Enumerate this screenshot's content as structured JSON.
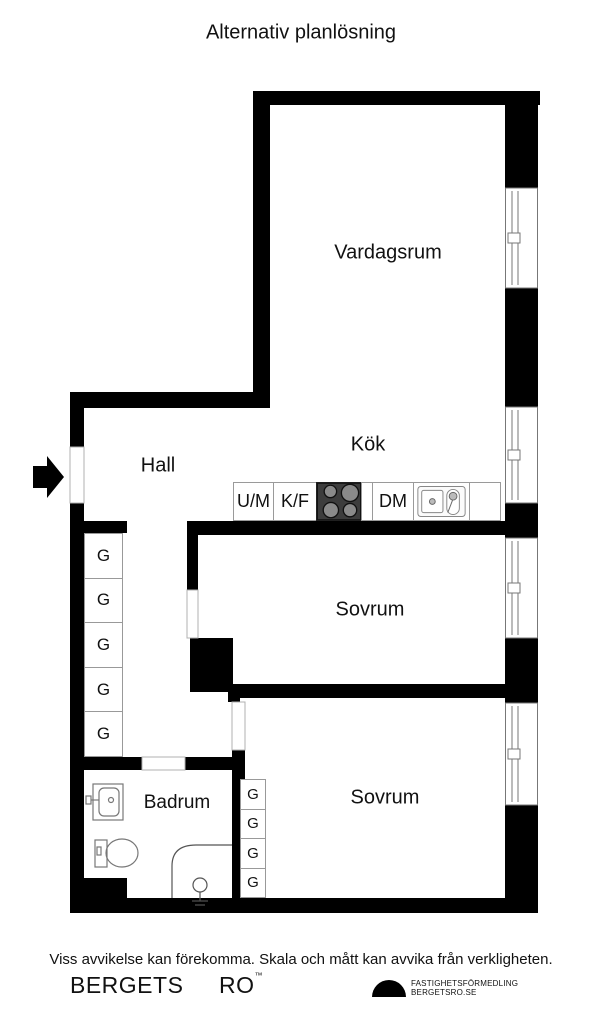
{
  "title": "Alternativ planlösning",
  "rooms": {
    "vardagsrum": "Vardagsrum",
    "kok": "Kök",
    "hall": "Hall",
    "sovrum1": "Sovrum",
    "sovrum2": "Sovrum",
    "badrum": "Badrum"
  },
  "kitchen": {
    "um": "U/M",
    "kf": "K/F",
    "dm": "DM"
  },
  "wardrobes": {
    "label": "G",
    "left_count": 5,
    "right_count": 4
  },
  "footer": {
    "disclaimer": "Viss avvikelse kan förekomma. Skala och mått kan avvika från verkligheten.",
    "brand_left": "BERGETS",
    "brand_right": "RO",
    "trademark": "™",
    "agency_line1": "FASTIGHETSFÖRMEDLING",
    "agency_line2": "BERGETSRO.SE"
  },
  "colors": {
    "wall": "#000000",
    "stove_body": "#3d3d3d",
    "burner": "#8a8a8a",
    "fixture_outline": "#777777"
  }
}
